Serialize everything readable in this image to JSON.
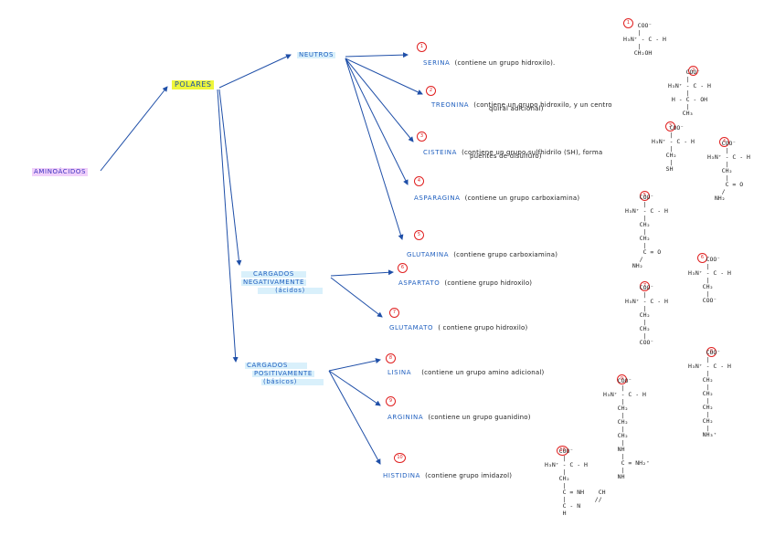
{
  "root": "AMINOÁCIDOS",
  "polares": "POLARES",
  "groups": {
    "neutros": "NEUTROS",
    "negativos": [
      "CARGADOS",
      "NEGATIVAMENTE",
      "(ácidos)"
    ],
    "positivos": [
      "CARGADOS",
      "POSITIVAMENTE",
      "(básicos)"
    ]
  },
  "amino_acids": [
    {
      "n": "1",
      "name": "SERINA",
      "desc": [
        "(contiene un grupo hidroxilo)."
      ]
    },
    {
      "n": "2",
      "name": "TREONINA",
      "desc": [
        "(contiene un grupo hidroxilo, y un centro",
        "quiral adicional)"
      ]
    },
    {
      "n": "3",
      "name": "CISTEINA",
      "desc": [
        "(contiene un grupo sulfhidrilo (SH), forma",
        "puentes de disulfuro)"
      ]
    },
    {
      "n": "4",
      "name": "ASPARAGINA",
      "desc": [
        "(contiene un grupo carboxiamina)"
      ]
    },
    {
      "n": "5",
      "name": "GLUTAMINA",
      "desc": [
        "(contiene grupo carboxiamina)"
      ]
    },
    {
      "n": "6",
      "name": "ASPARTATO",
      "desc": [
        "(contiene grupo hidroxilo)"
      ]
    },
    {
      "n": "7",
      "name": "GLUTAMATO",
      "desc": [
        "( contiene grupo hidroxilo)"
      ]
    },
    {
      "n": "8",
      "name": "LISINA",
      "desc": [
        "(contiene un grupo amino adicional)"
      ]
    },
    {
      "n": "9",
      "name": "ARGININA",
      "desc": [
        "(contiene un grupo guanidino)"
      ]
    },
    {
      "n": "10",
      "name": "HISTIDINA",
      "desc": [
        "(contiene grupo imidazol)"
      ]
    }
  ],
  "structures": [
    {
      "n": "1",
      "text": "    COO⁻\n    |\nH₃N⁺ - C - H\n    |\n   CH₂OH"
    },
    {
      "n": "2",
      "text": "     COO⁻\n     |\nH₃N⁺ - C - H\n     |\n H - C - OH\n     |\n    CH₃"
    },
    {
      "n": "3",
      "text": "     COO⁻\n     |\nH₃N⁺ - C - H\n     |\n    CH₂\n     |\n    SH"
    },
    {
      "n": "4",
      "text": "    COO⁻\n     |\nH₃N⁺ - C - H\n     |\n    CH₂\n     |\n     C = O\n    /\n  NH₂"
    },
    {
      "n": "5",
      "text": "    COO⁻\n     |\nH₃N⁺ - C - H\n     |\n    CH₂\n     |\n    CH₂\n     |\n     C = O\n    /\n  NH₂"
    },
    {
      "n": "6",
      "text": "     COO⁻\n     |\nH₃N⁺ - C - H\n     |\n    CH₂\n     |\n    COO⁻"
    },
    {
      "n": "7",
      "text": "    COO⁻\n     |\nH₃N⁺ - C - H\n     |\n    CH₂\n     |\n    CH₂\n     |\n    COO⁻"
    },
    {
      "n": "8",
      "text": "     COO⁻\n     |\nH₃N⁺ - C - H\n     |\n    CH₂\n     |\n    CH₂\n     |\n    CH₂\n     |\n    CH₂\n     |\n    NH₃⁺"
    },
    {
      "n": "9",
      "text": "    COO⁻\n     |\nH₃N⁺ - C - H\n     |\n    CH₂\n     |\n    CH₂\n     |\n    CH₂\n     |\n    NH\n     |\n     C = NH₂⁺\n     |\n    NH"
    },
    {
      "n": "10",
      "text": "    COO⁻\n     |\nH₃N⁺ - C - H\n     |\n    CH₂\n     |\n     C = NH    CH\n     |        //\n     C - N\n     H"
    }
  ]
}
